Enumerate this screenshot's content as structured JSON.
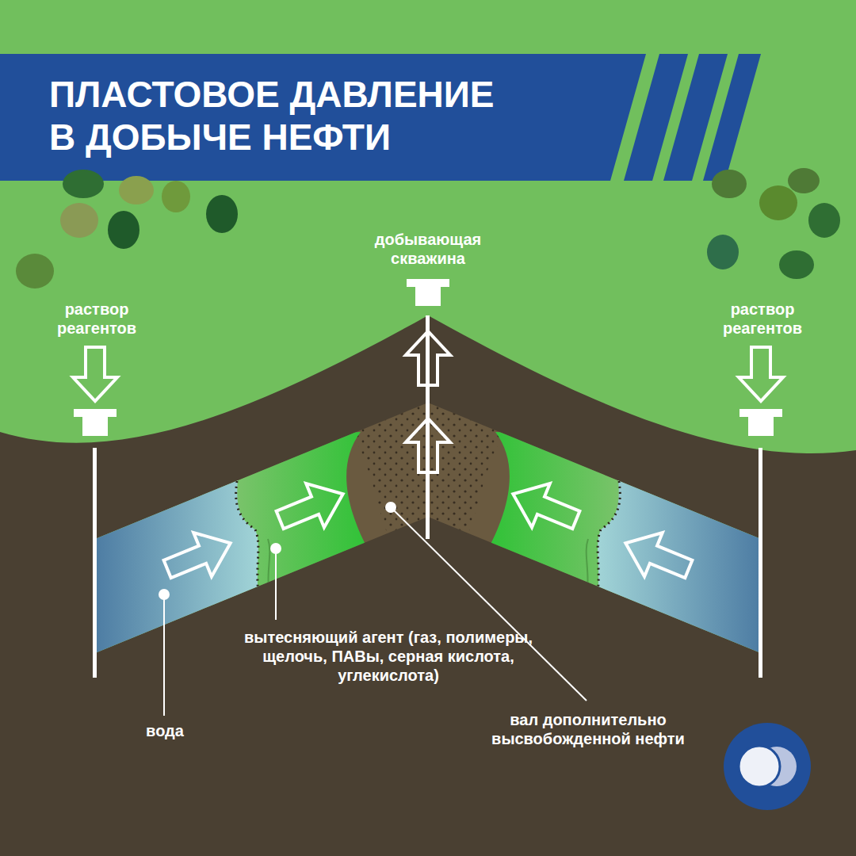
{
  "diagram": {
    "title": "ПЛАСТОВОЕ ДАВЛЕНИЕ В ДОБЫЧЕ НЕФТИ",
    "labels": [
      "добывающая скважина",
      "раствор реагентов",
      "раствор реагентов",
      "вытесняющий агент (газ, полимеры, щелочь, ПАВы, серная кислота, углекислота)",
      "вода",
      "вал дополнительно высвобожденной нефти"
    ]
  }
}
